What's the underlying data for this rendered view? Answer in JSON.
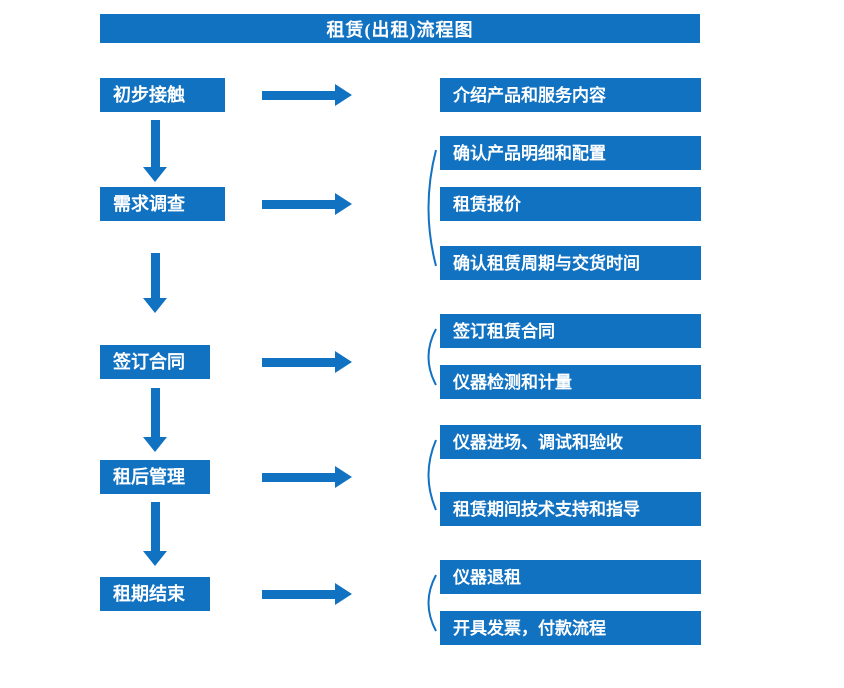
{
  "title": "租赁(出租)流程图",
  "colors": {
    "primary": "#1272c2",
    "text": "#ffffff",
    "background": "#ffffff"
  },
  "stages": [
    {
      "label": "初步接触",
      "details": [
        "介绍产品和服务内容"
      ]
    },
    {
      "label": "需求调查",
      "details": [
        "确认产品明细和配置",
        "租赁报价",
        "确认租赁周期与交货时间"
      ]
    },
    {
      "label": "签订合同",
      "details": [
        "签订租赁合同",
        "仪器检测和计量"
      ]
    },
    {
      "label": "租后管理",
      "details": [
        "仪器进场、调试和验收",
        "租赁期间技术支持和指导"
      ]
    },
    {
      "label": "租期结束",
      "details": [
        "仪器退租",
        "开具发票，付款流程"
      ]
    }
  ]
}
